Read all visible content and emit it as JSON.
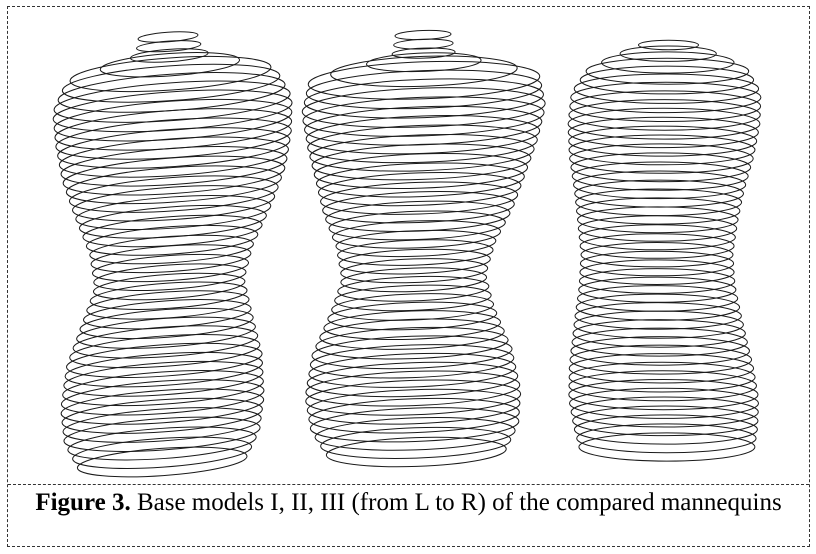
{
  "figure": {
    "label": "Figure 3.",
    "caption_text": " Base models I, II, III (from L to R) of the compared mannequins",
    "models": [
      {
        "name": "base-model-i"
      },
      {
        "name": "base-model-ii"
      },
      {
        "name": "base-model-iii"
      }
    ],
    "colors": {
      "stroke": "#1a1a1a",
      "background": "#ffffff",
      "frame": "#333333"
    }
  }
}
